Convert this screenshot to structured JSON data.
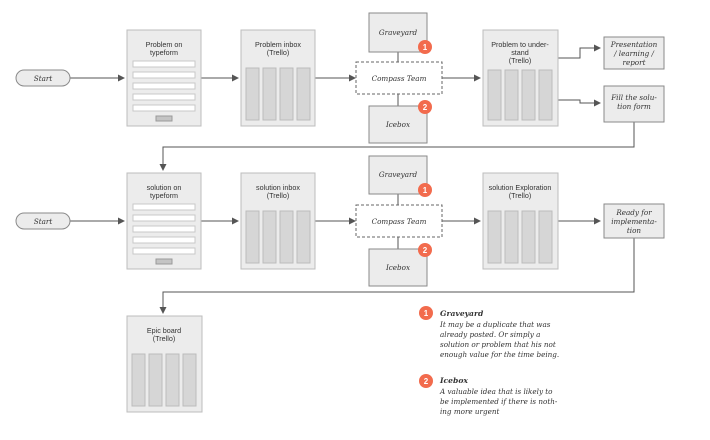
{
  "start_labels": [
    "Start",
    "Start"
  ],
  "forms": [
    {
      "title_lines": [
        "Problem on",
        "typeform"
      ]
    },
    {
      "title_lines": [
        "solution on",
        "typeform"
      ]
    }
  ],
  "boards": [
    {
      "title_lines": [
        "Problem inbox",
        "(Trello)"
      ]
    },
    {
      "title_lines": [
        "Problem to under-",
        "stand",
        "(Trello)"
      ]
    },
    {
      "title_lines": [
        "solution inbox",
        "(Trello)"
      ]
    },
    {
      "title_lines": [
        "solution Exploration",
        "(Trello)"
      ]
    },
    {
      "title_lines": [
        "Epic board",
        "(Trello)"
      ]
    }
  ],
  "compass_team_label": "Compass Team",
  "graveyard_label": "Graveyard",
  "icebox_label": "Icebox",
  "side_notes": [
    {
      "lines": [
        "Presentation",
        "/ learning /",
        "report"
      ]
    },
    {
      "lines": [
        "Fill the solu-",
        "tion form"
      ]
    },
    {
      "lines": [
        "Ready for",
        "implementa-",
        "tion"
      ]
    }
  ],
  "badge_numbers": [
    "1",
    "2"
  ],
  "legend": [
    {
      "number": "1",
      "title": "Graveyard",
      "lines": [
        "It may be a duplicate that was",
        "already posted. Or simply a",
        "solution or problem that his not",
        "enough value for the time being."
      ]
    },
    {
      "number": "2",
      "title": "Icebox",
      "lines": [
        "A valuable idea that is likely to",
        "be implemented if there is noth-",
        "ing more urgent"
      ]
    }
  ],
  "colors": {
    "badge": "#f26b4d",
    "box_fill": "#ececec",
    "line": "#555555"
  }
}
